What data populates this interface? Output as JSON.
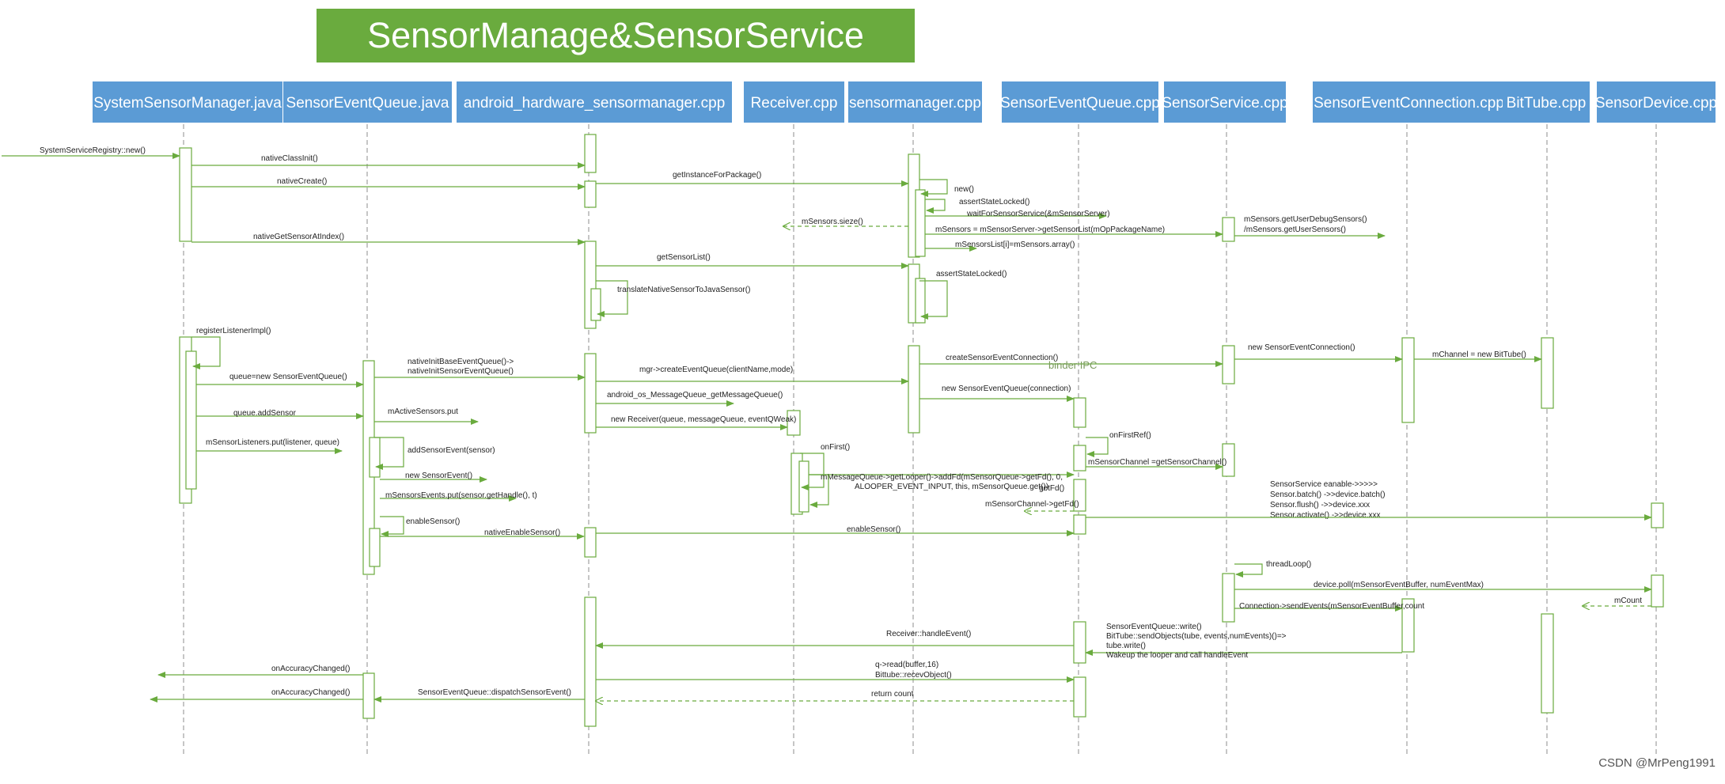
{
  "title": "SensorManage&SensorService",
  "watermark": "CSDN @MrPeng1991",
  "colors": {
    "header_bg": "#5b9bd5",
    "title_bg": "#6aab3e",
    "arrow": "#6aab3e",
    "lifeline": "#8c8c8c"
  },
  "participants": [
    "SystemSensorManager.java",
    "SensorEventQueue.java",
    "android_hardware_sensormanager.cpp",
    "Receiver.cpp",
    "sensormanager.cpp",
    "SensorEventQueue.cpp",
    "SensorService.cpp",
    "SensorEventConnection.cpp",
    "BitTube.cpp",
    "SensorDevice.cpp"
  ],
  "messages": [
    "SystemServiceRegistry::new()",
    "nativeClassInit()",
    "nativeCreate()",
    "getInstanceForPackage()",
    "new()",
    "assertStateLocked()",
    "waitForSensorService(&mSensorServer)",
    "mSensors.sieze()",
    "mSensors = mSensorServer->getSensorList(mOpPackageName)",
    "mSensorsList[i]=mSensors.array()",
    "mSensors.getUserDebugSensors()",
    "/mSensors.getUserSensors()",
    "nativeGetSensorAtIndex()",
    "getSensorList()",
    "assertStateLocked()",
    "translateNativeSensorToJavaSensor()",
    "registerListenerImpl()",
    "nativeInitBaseEventQueue()->",
    "nativeInitSensorEventQueue()",
    "queue=new SensorEventQueue()",
    "mgr->createEventQueue(clientName,mode)",
    "createSensorEventConnection()",
    "binder IPC",
    "new SensorEventConnection()",
    "mChannel = new BitTube()",
    "new SensorEventQueue(connection)",
    "android_os_MessageQueue_getMessageQueue()",
    "queue.addSensor",
    "mActiveSensors.put",
    "new Receiver(queue, messageQueue, eventQWeak)",
    "onFirstRef()",
    "mSensorListeners.put(listener, queue)",
    "addSensorEvent(sensor)",
    "onFirst()",
    "mSensorChannel =getSensorChannel()",
    "new SensorEvent()",
    "mMessageQueue->getLooper()->addFd(mSensorQueue->getFd(), 0,",
    "ALOOPER_EVENT_INPUT, this, mSensorQueue.get())",
    "getFd()",
    "mSensorChannel->getFd()",
    "SensorService eanable->>>>>",
    "Sensor.batch()     ->>device.batch()",
    "Sensor.flush()      ->>device.xxx",
    "Sensor.activate() ->>device.xxx",
    "mSensorsEvents.put(sensor.getHandle(), t)",
    "enableSensor()",
    "nativeEnableSensor()",
    "enableSensor()",
    "threadLoop()",
    "device.poll(mSensorEventBuffer, numEventMax)",
    "Connection->sendEvents(mSensorEventBuffer,count",
    "mCount",
    "SensorEventQueue::write()",
    "BitTube::sendObjects(tube, events,numEvents)()=>",
    "tube.write()",
    "Wakeup the looper and call handleEvent",
    "Receiver::handleEvent()",
    "onAccuracyChanged()",
    "q->read(buffer,16)",
    "Bittube::recevObject()",
    "onAccuracyChanged()",
    "SensorEventQueue::dispatchSensorEvent()",
    "return count"
  ]
}
